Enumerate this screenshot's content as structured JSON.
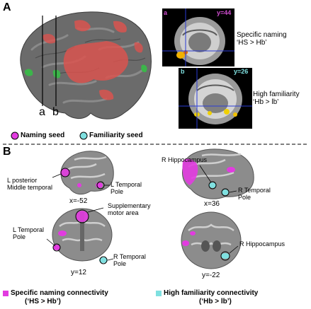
{
  "panel_a": {
    "letter": "A",
    "lines": {
      "a": "a",
      "b": "b"
    },
    "slices": [
      {
        "tag": "a",
        "coord": "y=44",
        "caption_line1": "Specific naming",
        "caption_line2": "‘HS > Hb’"
      },
      {
        "tag": "b",
        "coord": "y=26",
        "caption_line1": "High familiarity",
        "caption_line2": "‘Hb > lb’"
      }
    ],
    "seed_legend": {
      "naming": "Naming seed",
      "familiarity": "Familiarity seed"
    }
  },
  "panel_b": {
    "letter": "B",
    "views": [
      {
        "coord": "x=-52",
        "labels": [
          "L posterior",
          "Middle temporal",
          "L Temporal",
          "Pole"
        ]
      },
      {
        "coord": "x=36",
        "labels": [
          "R Hippocampus",
          "R Temporal",
          "Pole"
        ]
      },
      {
        "coord": "y=12",
        "labels": [
          "Supplementary",
          "motor area",
          "L Temporal",
          "Pole",
          "R Temporal",
          "Pole"
        ]
      },
      {
        "coord": "y=-22",
        "labels": [
          "R Hippocampus"
        ]
      }
    ],
    "legend": {
      "naming_line1": "Specific naming connectivity",
      "naming_line2": "(‘HS > Hb’)",
      "familiarity_line1": "High familiarity connectivity",
      "familiarity_line2": "(‘Hb > lb’)"
    }
  },
  "colors": {
    "naming": "#e23be0",
    "familiarity": "#7fe0e0",
    "activation_red": "#d9534f",
    "activation_green": "#3cb54a",
    "slice_tag": "#d04dd0",
    "cursor_blue": "#2a3bd6"
  }
}
